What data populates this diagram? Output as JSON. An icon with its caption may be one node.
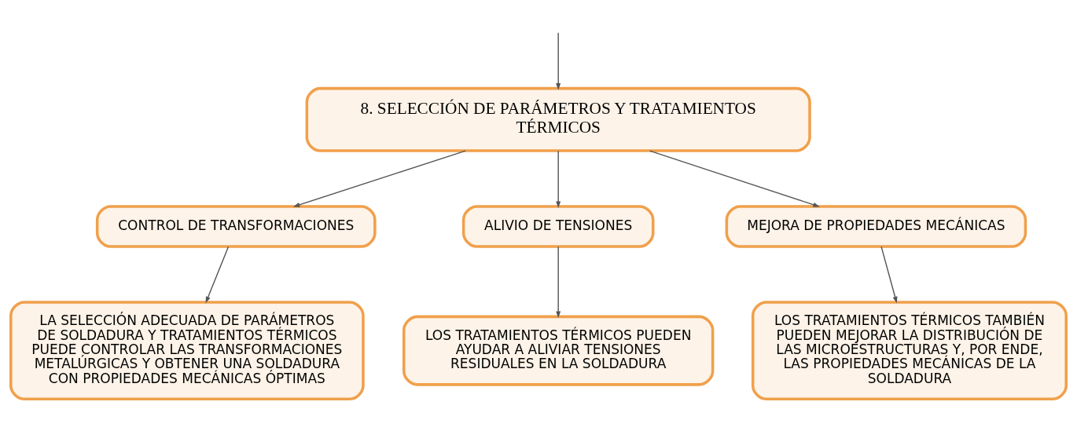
{
  "diagram": {
    "nodes": [
      {
        "text": [
          "8. SELECCIÓN DE PARÁMETROS Y TRATAMIENTOS TÉRMICOS"
        ]
      },
      {
        "text": [
          "CONTROL DE TRANSFORMACIONES"
        ]
      },
      {
        "text": [
          "ALIVIO DE TENSIONES"
        ]
      },
      {
        "text": [
          "MEJORA DE PROPIEDADES MECÁNICAS"
        ]
      },
      {
        "text": [
          "LA SELECCIÓN ADECUADA DE PARÁMETROS DE SOLDADURA Y TRATAMIENTOS TÉRMICOS PUEDE CONTROLAR LAS TRANSFORMACIONES METALÚRGICAS Y OBTENER UNA SOLDADURA CON PROPIEDADES MECÁNICAS ÓPTIMAS"
        ]
      },
      {
        "text": [
          "LOS TRATAMIENTOS TÉRMICOS PUEDEN AYUDAR A ALIVIAR TENSIONES RESIDUALES EN LA SOLDADURA"
        ]
      },
      {
        "text": [
          "LOS TRATAMIENTOS TÉRMICOS TAMBIÉN PUEDEN MEJORAR LA DISTRIBUCIÓN DE LAS MICROESTRUCTURAS Y, POR ENDE, LAS PROPIEDADES MECÁNICAS DE LA SOLDADURA"
        ]
      }
    ],
    "edges": [
      {
        "from": null,
        "to": 0,
        "arrow": "to"
      },
      {
        "from": 0,
        "to": 1,
        "arrow": "to"
      },
      {
        "from": 0,
        "to": 2,
        "arrow": "to"
      },
      {
        "from": 0,
        "to": 3,
        "arrow": "to"
      },
      {
        "from": 1,
        "to": 4,
        "arrow": "to"
      },
      {
        "from": 2,
        "to": 5,
        "arrow": "to"
      },
      {
        "from": 3,
        "to": 6,
        "arrow": "to"
      }
    ]
  }
}
